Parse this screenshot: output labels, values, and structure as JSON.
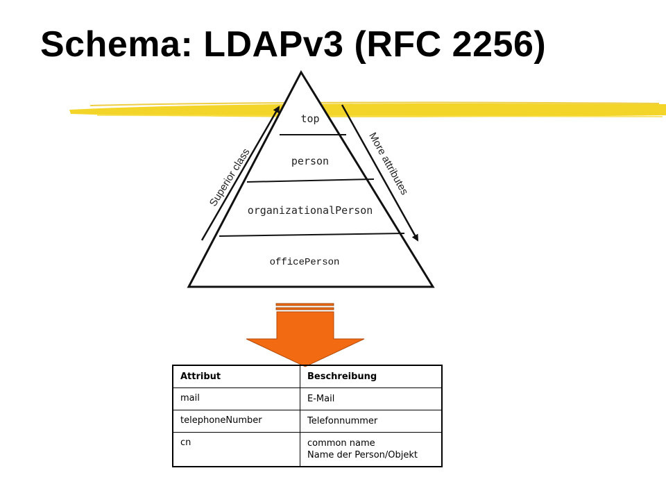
{
  "title": "Schema: LDAPv3 (RFC 2256)",
  "highlight_color": "#f2d21c",
  "arrow_color": "#f26a12",
  "pyramid": {
    "levels": [
      "top",
      "person",
      "organizationalPerson",
      "officePerson"
    ],
    "left_label": "Superior class",
    "right_label": "More attributes"
  },
  "table": {
    "headers": [
      "Attribut",
      "Beschreibung"
    ],
    "rows": [
      {
        "attribute": "mail",
        "description_lines": [
          "E-Mail"
        ]
      },
      {
        "attribute": "telephoneNumber",
        "description_lines": [
          "Telefonnummer"
        ]
      },
      {
        "attribute": "cn",
        "description_lines": [
          "common name",
          "Name der Person/Objekt"
        ]
      }
    ]
  }
}
